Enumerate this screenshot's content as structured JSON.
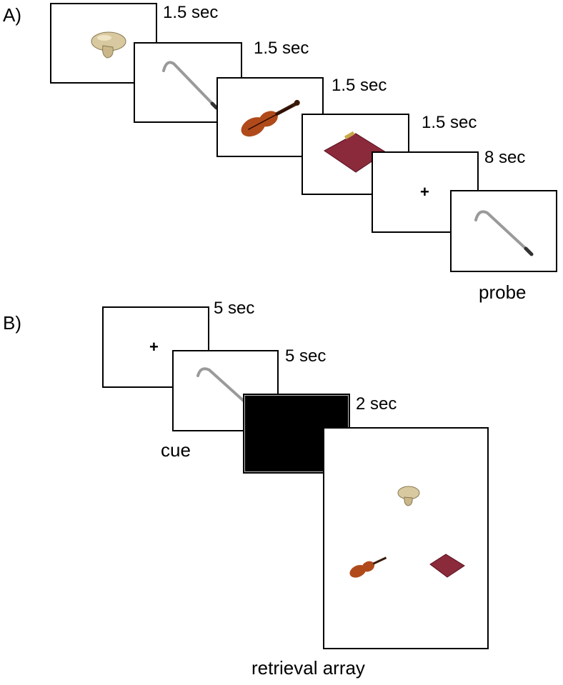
{
  "panel_a": {
    "label": "A)",
    "durations": [
      "1.5 sec",
      "1.5 sec",
      "1.5 sec",
      "1.5 sec",
      "8 sec"
    ],
    "fixation": "+",
    "caption": "probe"
  },
  "panel_b": {
    "label": "B)",
    "durations": [
      "5 sec",
      "5 sec",
      "2 sec"
    ],
    "fixation": "+",
    "cue_caption": "cue",
    "array_caption": "retrieval array"
  },
  "colors": {
    "mushroom": "#d8c9a0",
    "cane": "#9a9a9a",
    "violin": "#b04a1a",
    "clipboard": "#8a2a3a",
    "mask": "#000000"
  }
}
